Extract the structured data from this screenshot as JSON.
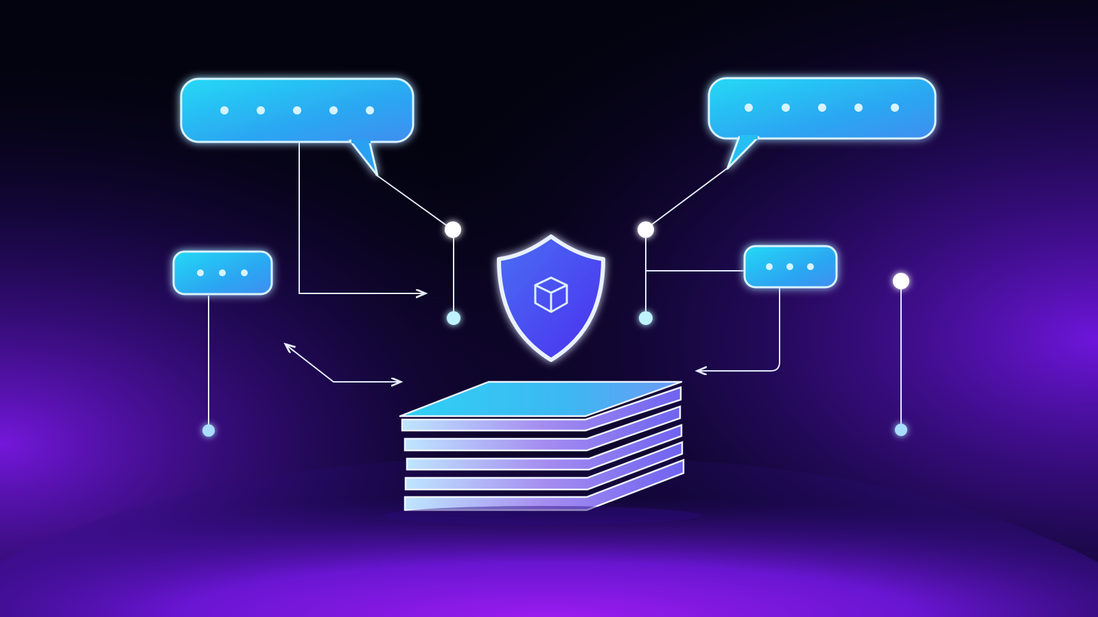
{
  "scene": {
    "background": "#03030f",
    "glow_color": "#8a1ff0",
    "bubble_gradient": [
      "#22d3f2",
      "#3f8ef0"
    ],
    "line_color": "#e6ecff",
    "node_color": "#ffffff",
    "node_glow": "#8fe6ff",
    "shield_fill": [
      "#3f6df0",
      "#5a2ff0"
    ],
    "stack_colors": [
      "#3dd6f5",
      "#8ca8f5",
      "#c9b5ff"
    ]
  },
  "bubbles": [
    {
      "id": "top-left",
      "dots": 5,
      "tail": "bottom-right"
    },
    {
      "id": "top-right",
      "dots": 5,
      "tail": "bottom-left"
    },
    {
      "id": "mid-left",
      "dots": 3,
      "tail": "none"
    },
    {
      "id": "mid-right",
      "dots": 3,
      "tail": "none"
    }
  ],
  "icons": {
    "center": "shield-with-box-icon",
    "base": "layered-stack-icon"
  }
}
